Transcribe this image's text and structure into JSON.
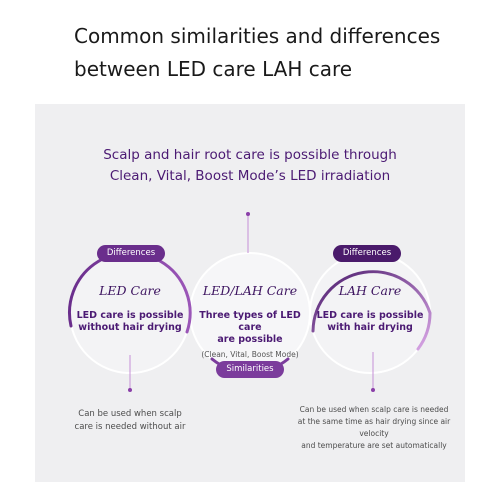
{
  "header": {
    "title_line1": "Common similarities and differences",
    "title_line2": "between LED care LAH care"
  },
  "tagline": {
    "line1": "Scalp and hair root care is possible through",
    "line2": "Clean, Vital, Boost Mode’s LED irradiation"
  },
  "colors": {
    "panel_bg": "#efeff1",
    "accent_purple": "#6a2e8c",
    "dark_purple": "#4a1a6b",
    "light_purple": "#c58fd6"
  },
  "badges": {
    "left": "Differences",
    "right": "Differences",
    "middle": "Similarities"
  },
  "circles": {
    "left": {
      "title": "LED Care",
      "body_line1": "LED care is possible",
      "body_line2": "without hair drying"
    },
    "middle": {
      "title": "LED/LAH Care",
      "body_line1": "Three types of LED care",
      "body_line2": "are possible",
      "note": "(Clean, Vital, Boost Mode)"
    },
    "right": {
      "title": "LAH Care",
      "body_line1": "LED care is possible",
      "body_line2": "with hair drying"
    }
  },
  "captions": {
    "left_line1": "Can be used when scalp",
    "left_line2": "care is needed without air",
    "right_line1": "Can be used when scalp care is needed",
    "right_line2": "at the same time as hair drying since air velocity",
    "right_line3": "and temperature are set automatically"
  }
}
